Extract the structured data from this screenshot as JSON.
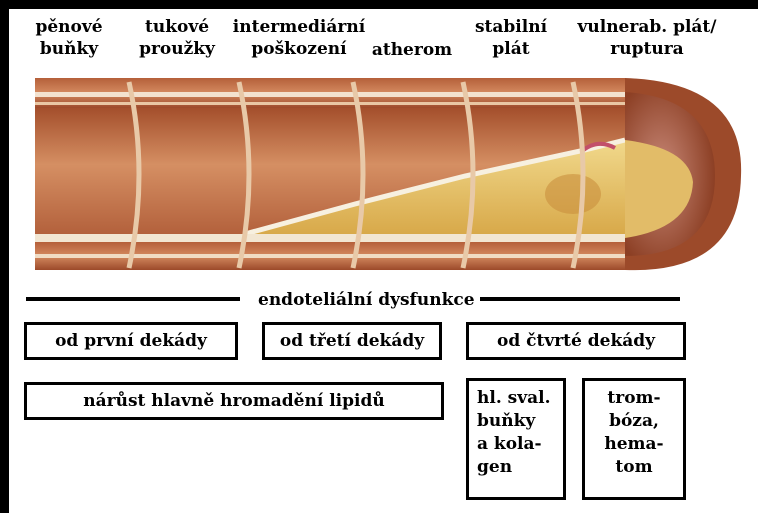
{
  "stages": [
    "pěnové\nbuňky",
    "tukové\nproužky",
    "intermediární\npoškození",
    "atherom",
    "stabilní\nplát",
    "vulnerab. plát/\nruptura"
  ],
  "endothelial_label": "endoteliální dysfunkce",
  "decades": {
    "first": "od první dekády",
    "third": "od třetí dekády",
    "fourth": "od čtvrté dekády"
  },
  "processes": {
    "lipid": "nárůst hlavně hromadění lipidů",
    "smooth_muscle": "hl. sval.\nbuňky\na kola-\ngen",
    "thrombosis": "trom-\nbóza,\nhema-\ntom"
  },
  "colors": {
    "vessel_wall": "#c8784e",
    "vessel_dark": "#8a3f22",
    "plaque": "#e3c36a",
    "frame": "#000000"
  }
}
